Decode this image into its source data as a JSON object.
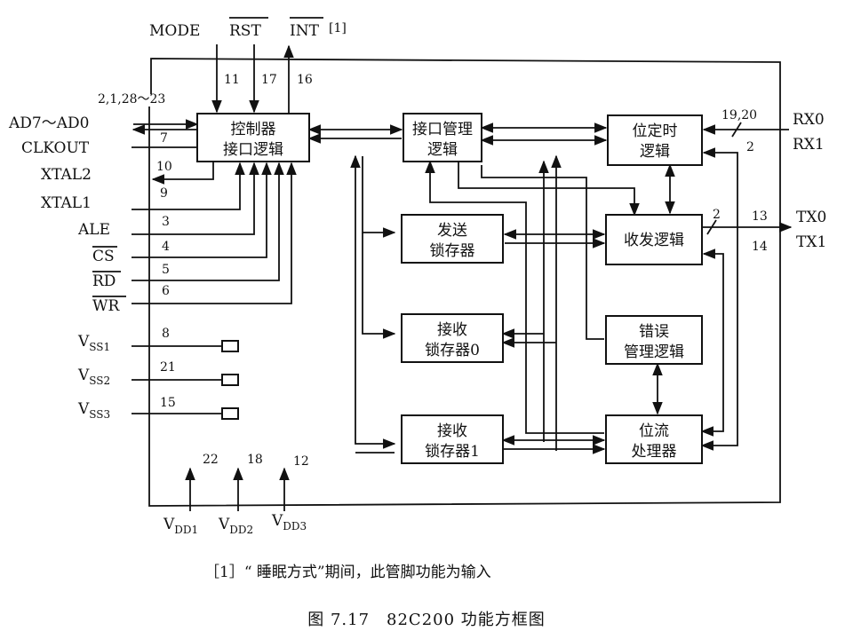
{
  "top_pins": {
    "mode": "MODE",
    "rst": "RST",
    "int": "INT",
    "int_ref": "[1]"
  },
  "top_pin_numbers": {
    "mode": "11",
    "rst": "17",
    "int": "16"
  },
  "left_pins": [
    {
      "label": "AD7～AD0",
      "num": "2,1,28～23"
    },
    {
      "label": "CLKOUT",
      "num": "7"
    },
    {
      "label": "XTAL2",
      "num": "10"
    },
    {
      "label": "XTAL1",
      "num": "9"
    },
    {
      "label": "ALE",
      "num": "3"
    },
    {
      "label": "CS",
      "num": "4"
    },
    {
      "label": "RD",
      "num": "5"
    },
    {
      "label": "WR",
      "num": "6"
    }
  ],
  "vss_pins": [
    {
      "main": "V",
      "sub": "SS1",
      "num": "8"
    },
    {
      "main": "V",
      "sub": "SS2",
      "num": "21"
    },
    {
      "main": "V",
      "sub": "SS3",
      "num": "15"
    }
  ],
  "vdd_pins": [
    {
      "main": "V",
      "sub": "DD1",
      "num": "22"
    },
    {
      "main": "V",
      "sub": "DD2",
      "num": "18"
    },
    {
      "main": "V",
      "sub": "DD3",
      "num": "12"
    }
  ],
  "right_pins": {
    "rx0": "RX0",
    "rx1": "RX1",
    "tx0": "TX0",
    "tx1": "TX1",
    "rx_nums": "19,20",
    "rx_bus": "2",
    "tx_bus": "2",
    "tx0_num": "13",
    "tx1_num": "14"
  },
  "blocks": {
    "controller": [
      "控制器",
      "接口逻辑"
    ],
    "interface_mgmt": [
      "接口管理",
      "逻辑"
    ],
    "bit_timing": [
      "位定时",
      "逻辑"
    ],
    "tx_buffer": [
      "发送",
      "锁存器"
    ],
    "transceiver": [
      "收发逻辑"
    ],
    "rx_buffer0": [
      "接收",
      "锁存器0"
    ],
    "error_mgmt": [
      "错误",
      "管理逻辑"
    ],
    "rx_buffer1": [
      "接收",
      "锁存器1"
    ],
    "bit_stream": [
      "位流",
      "处理器"
    ]
  },
  "footnote": "［1］“ 睡眠方式”期间，此管脚功能为输入",
  "caption": "图 7.17　82C200 功能方框图"
}
